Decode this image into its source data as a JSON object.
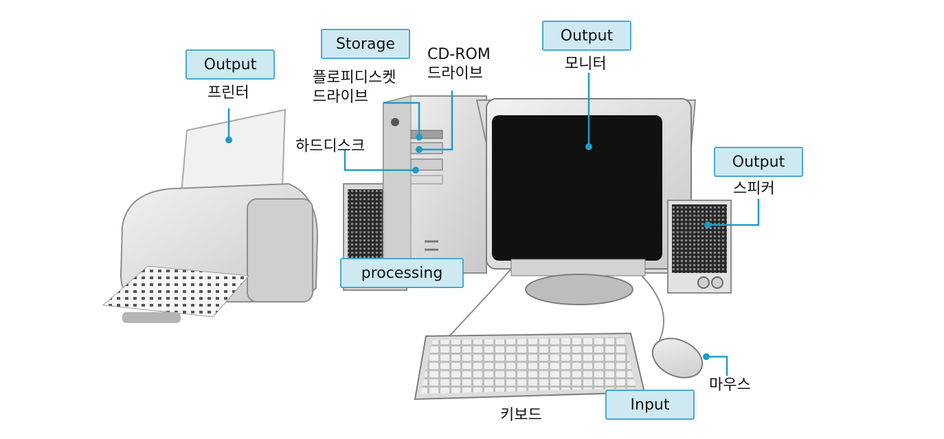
{
  "colors": {
    "tag_fill": "#cfe9f3",
    "tag_border": "#4aa9cf",
    "leader": "#1f9bc8",
    "device_light": "#e6e6e6",
    "device_mid": "#bdbdbd",
    "screen": "#111111"
  },
  "icons": [
    "printer-icon",
    "computer-tower-icon",
    "monitor-icon",
    "speaker-icon",
    "keyboard-icon",
    "mouse-icon"
  ],
  "tags": {
    "printer": "Output",
    "storage": "Storage",
    "monitor": "Output",
    "speaker": "Output",
    "processing": "processing",
    "input": "Input"
  },
  "labels": {
    "printer": "프린터",
    "floppy": "플로피디스켓\n드라이브",
    "cdrom": "CD-ROM\n드라이브",
    "harddisk": "하드디스크",
    "monitor": "모니터",
    "speaker": "스피커",
    "mouse": "마우스",
    "keyboard": "키보드"
  }
}
